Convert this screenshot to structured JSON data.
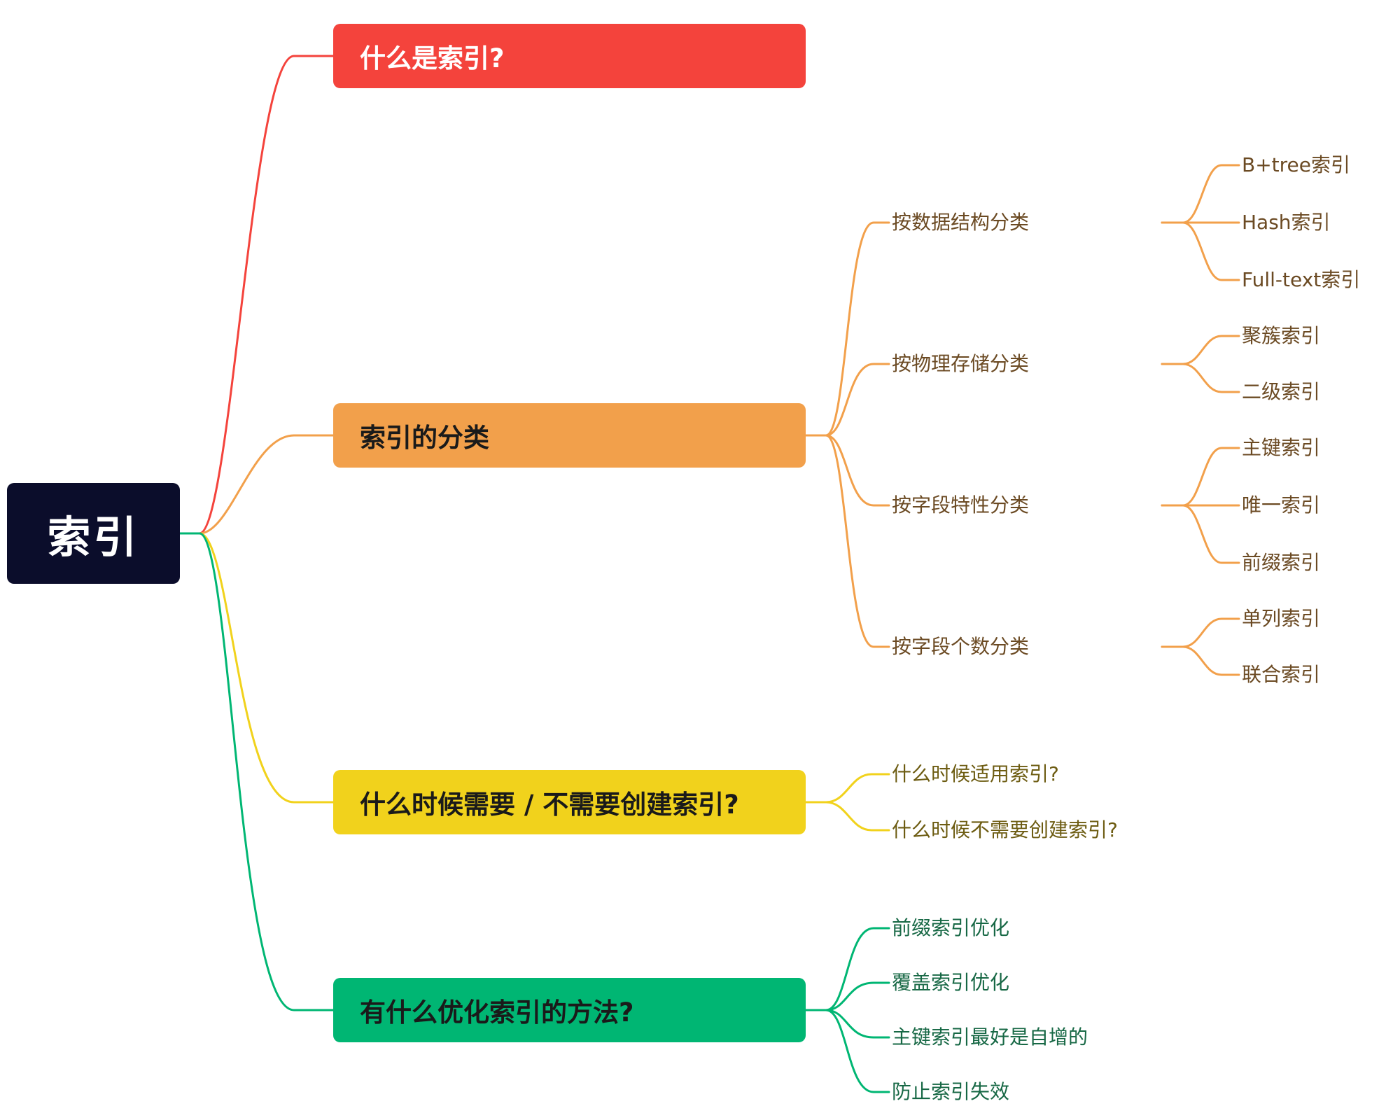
{
  "root": {
    "label": "索引"
  },
  "branches": [
    {
      "label": "什么是索引?",
      "color": "#f4433c"
    },
    {
      "label": "索引的分类",
      "color": "#f2a04b",
      "children": [
        {
          "label": "按数据结构分类",
          "children": [
            "B+tree索引",
            "Hash索引",
            "Full-text索引"
          ]
        },
        {
          "label": "按物理存储分类",
          "children": [
            "聚簇索引",
            "二级索引"
          ]
        },
        {
          "label": "按字段特性分类",
          "children": [
            "主键索引",
            "唯一索引",
            "前缀索引"
          ]
        },
        {
          "label": "按字段个数分类",
          "children": [
            "单列索引",
            "联合索引"
          ]
        }
      ]
    },
    {
      "label": "什么时候需要 / 不需要创建索引?",
      "color": "#f1d21c",
      "children": [
        {
          "label": "什么时候适用索引?"
        },
        {
          "label": "什么时候不需要创建索引?"
        }
      ]
    },
    {
      "label": "有什么优化索引的方法?",
      "color": "#00b673",
      "children": [
        {
          "label": "前缀索引优化"
        },
        {
          "label": "覆盖索引优化"
        },
        {
          "label": "主键索引最好是自增的"
        },
        {
          "label": "防止索引失效"
        }
      ]
    }
  ]
}
